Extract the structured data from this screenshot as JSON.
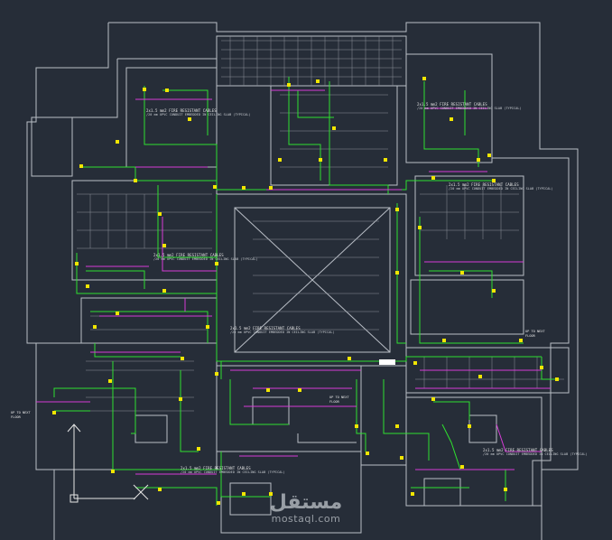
{
  "drawing": {
    "colors": {
      "background": "#262d38",
      "walls": "#b9bec6",
      "cable_route": "#2fe02f",
      "conduit_run": "#d63cd6",
      "device": "#f2e600",
      "cyan_marker": "#3fd8e8"
    }
  },
  "annotations": [
    {
      "title": "2x1.5 mm2 FIRE RESISTANT CABLES",
      "note": "/20 mm UPVC CONDUIT EMBEDDED IN CEILING SLAB (TYPICAL)"
    },
    {
      "title": "2x1.5 mm2 FIRE RESISTANT CABLES",
      "note": "/20 mm UPVC CONDUIT EMBEDDED IN CEILING SLAB (TYPICAL)"
    },
    {
      "title": "2x1.5 mm2 FIRE RESISTANT CABLES",
      "note": "/20 mm UPVC CONDUIT EMBEDDED IN CEILING SLAB (TYPICAL)"
    },
    {
      "title": "2x1.5 mm2 FIRE RESISTANT CABLES",
      "note": "/20 mm UPVC CONDUIT EMBEDDED IN CEILING SLAB (TYPICAL)"
    },
    {
      "title": "2x1.5 mm2 FIRE RESISTANT CABLES",
      "note": "/20 mm UPVC CONDUIT EMBEDDED IN CEILING SLAB (TYPICAL)"
    },
    {
      "title": "2x1.5 mm2 FIRE RESISTANT CABLES",
      "note": "/20 mm UPVC CONDUIT EMBEDDED IN CEILING SLAB (TYPICAL)"
    },
    {
      "title": "2x1.5 mm2 FIRE RESISTANT CABLES",
      "note": "/20 mm UPVC CONDUIT EMBEDDED IN CEILING SLAB (TYPICAL)"
    }
  ],
  "risers": [
    {
      "line1": "UP TO NEXT",
      "line2": "FLOOR"
    },
    {
      "line1": "UP TO NEXT",
      "line2": "FLOOR"
    },
    {
      "line1": "UP TO NEXT",
      "line2": "FLOOR"
    }
  ],
  "watermark": {
    "arabic": "مستقل",
    "latin": "mostaql.com"
  }
}
